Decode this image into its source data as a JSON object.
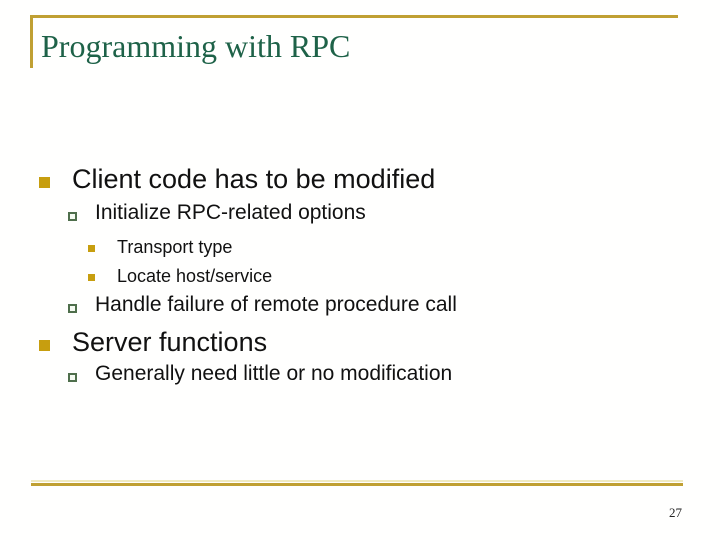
{
  "slide": {
    "title": "Programming with RPC",
    "page_number": "27",
    "colors": {
      "accent_gold": "#C0A033",
      "bullet_gold": "#C79E0F",
      "title_green": "#1E6248",
      "outline_bullet_green": "#4F6F4C",
      "pale_gold": "#F0EAC0",
      "text_black": "#111111"
    },
    "bullets": [
      {
        "level": 1,
        "text": "Client code has to be modified"
      },
      {
        "level": 2,
        "text": "Initialize RPC-related options"
      },
      {
        "level": 3,
        "text": "Transport type"
      },
      {
        "level": 3,
        "text": "Locate host/service"
      },
      {
        "level": 2,
        "text": "Handle failure of remote procedure call"
      },
      {
        "level": 1,
        "text": "Server functions"
      },
      {
        "level": 2,
        "text": "Generally need little or no modification"
      }
    ]
  }
}
